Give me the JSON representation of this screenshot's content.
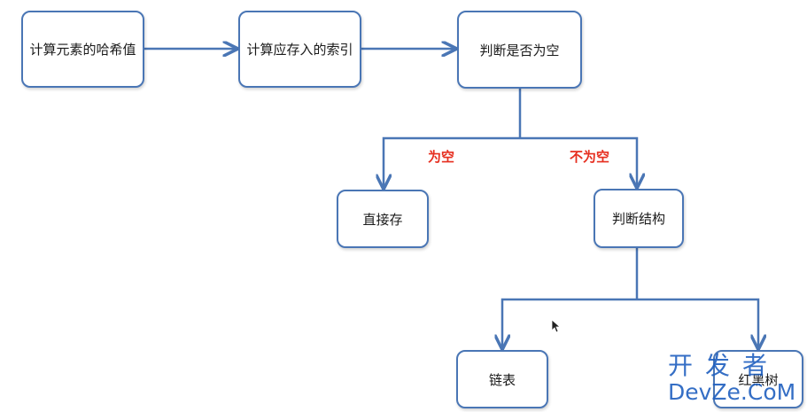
{
  "diagram": {
    "nodes": {
      "compute_hash": "计算元素的哈希值",
      "compute_index": "计算应存入的索引",
      "check_empty": "判断是否为空",
      "store_direct": "直接存",
      "check_structure": "判断结构",
      "linked_list": "链表",
      "red_black_tree": "红黑树"
    },
    "edge_labels": {
      "empty": "为空",
      "not_empty": "不为空"
    }
  },
  "watermark": {
    "line1": "开发者",
    "line2": "DevZe.CoM"
  },
  "colors": {
    "line": "#4a76b5",
    "edge_label": "#e62e1f"
  },
  "icons": {
    "cursor": "mouse-pointer-icon"
  }
}
